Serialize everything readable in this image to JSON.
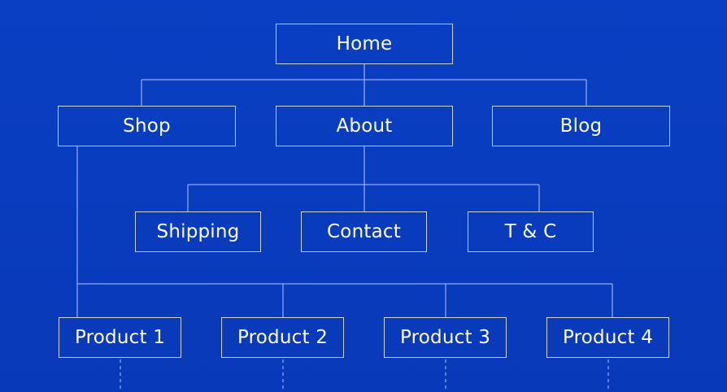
{
  "sitemap": {
    "home": "Home",
    "level1": [
      "Shop",
      "About",
      "Blog"
    ],
    "about_children": [
      "Shipping",
      "Contact",
      "T & C"
    ],
    "shop_children": [
      "Product 1",
      "Product 2",
      "Product 3",
      "Product 4"
    ]
  },
  "colors": {
    "background": "#0a3dbf",
    "line": "#c9d6ff",
    "text": "#ffffff"
  }
}
